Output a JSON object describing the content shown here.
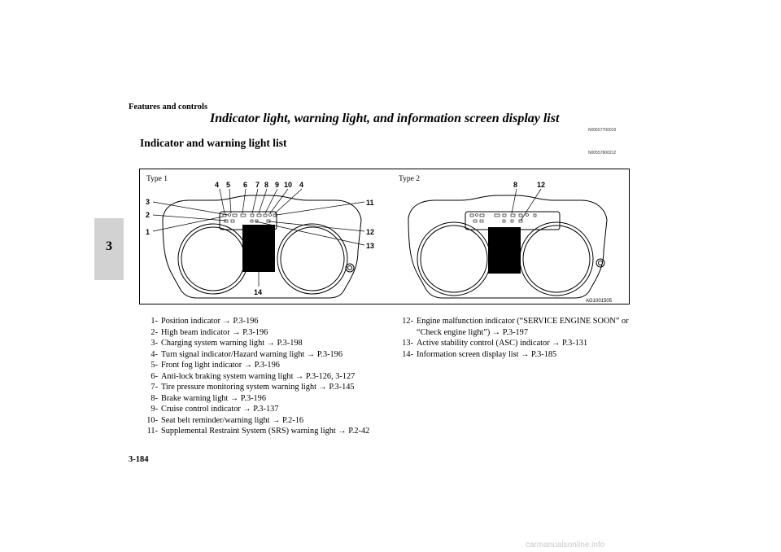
{
  "section_tab": "3",
  "header": "Features and controls",
  "title": "Indicator light, warning light, and information screen display list",
  "title_code": "N00557700019",
  "subheading": "Indicator and warning light list",
  "subheading_code": "N00557800212",
  "figure": {
    "type1_label": "Type 1",
    "type2_label": "Type 2",
    "figure_code": "AG1001505",
    "type1_callouts": [
      "4",
      "5",
      "6",
      "7",
      "8",
      "9",
      "10",
      "4",
      "3",
      "2",
      "1",
      "11",
      "12",
      "13",
      "14"
    ],
    "type2_callouts": [
      "8",
      "12"
    ]
  },
  "list_left": [
    {
      "num": "1-",
      "text": "Position indicator → P.3-196"
    },
    {
      "num": "2-",
      "text": "High beam indicator → P.3-196"
    },
    {
      "num": "3-",
      "text": "Charging system warning light → P.3-198"
    },
    {
      "num": "4-",
      "text": "Turn signal indicator/Hazard warning light → P.3-196"
    },
    {
      "num": "5-",
      "text": "Front fog light indicator → P.3-196"
    },
    {
      "num": "6-",
      "text": "Anti-lock braking system warning light → P.3-126, 3-127"
    },
    {
      "num": "7-",
      "text": "Tire pressure monitoring system warning light → P.3-145"
    },
    {
      "num": "8-",
      "text": "Brake warning light → P.3-196"
    },
    {
      "num": "9-",
      "text": "Cruise control indicator → P.3-137"
    },
    {
      "num": "10-",
      "text": "Seat belt reminder/warning light → P.2-16"
    },
    {
      "num": "11-",
      "text": "Supplemental Restraint System (SRS) warning light → P.2-42"
    }
  ],
  "list_right": [
    {
      "num": "12-",
      "text": "Engine malfunction indicator (“SERVICE ENGINE SOON” or “Check engine light”) → P.3-197"
    },
    {
      "num": "13-",
      "text": "Active stability control (ASC) indicator → P.3-131"
    },
    {
      "num": "14-",
      "text": "Information screen display list → P.3-185"
    }
  ],
  "page_number": "3-184",
  "watermark": "carmanualsonline.info"
}
